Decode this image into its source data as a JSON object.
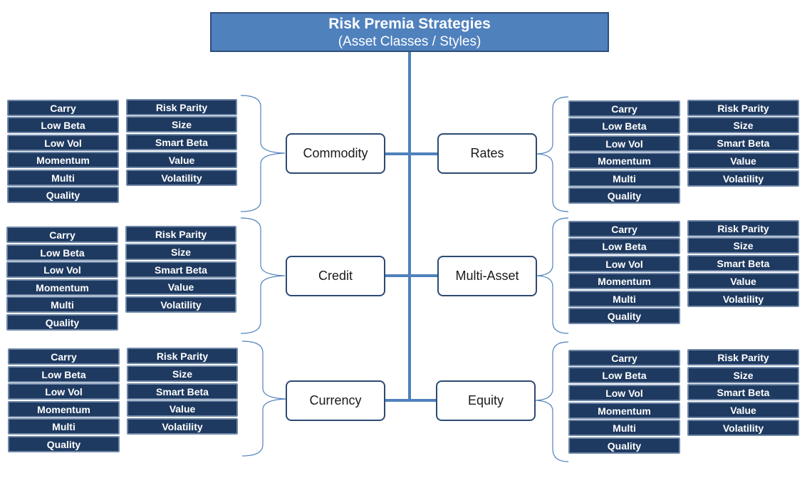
{
  "title": {
    "line1": "Risk Premia Strategies",
    "line2": "(Asset Classes / Styles)"
  },
  "groups": [
    {
      "name": "Commodity",
      "left_tags": [
        "Carry",
        "Low Beta",
        "Low Vol",
        "Momentum",
        "Multi",
        "Quality"
      ],
      "right_tags": [
        "Risk Parity",
        "Size",
        "Smart Beta",
        "Value",
        "Volatility"
      ]
    },
    {
      "name": "Credit",
      "left_tags": [
        "Carry",
        "Low Beta",
        "Low Vol",
        "Momentum",
        "Multi",
        "Quality"
      ],
      "right_tags": [
        "Risk Parity",
        "Size",
        "Smart Beta",
        "Value",
        "Volatility"
      ]
    },
    {
      "name": "Currency",
      "left_tags": [
        "Carry",
        "Low Beta",
        "Low Vol",
        "Momentum",
        "Multi",
        "Quality"
      ],
      "right_tags": [
        "Risk Parity",
        "Size",
        "Smart Beta",
        "Value",
        "Volatility"
      ]
    },
    {
      "name": "Rates",
      "left_tags": [
        "Carry",
        "Low Beta",
        "Low Vol",
        "Momentum",
        "Multi",
        "Quality"
      ],
      "right_tags": [
        "Risk Parity",
        "Size",
        "Smart Beta",
        "Value",
        "Volatility"
      ]
    },
    {
      "name": "Multi-Asset",
      "left_tags": [
        "Carry",
        "Low Beta",
        "Low Vol",
        "Momentum",
        "Multi",
        "Quality"
      ],
      "right_tags": [
        "Risk Parity",
        "Size",
        "Smart Beta",
        "Value",
        "Volatility"
      ]
    },
    {
      "name": "Equity",
      "left_tags": [
        "Carry",
        "Low Beta",
        "Low Vol",
        "Momentum",
        "Multi",
        "Quality"
      ],
      "right_tags": [
        "Risk Parity",
        "Size",
        "Smart Beta",
        "Value",
        "Volatility"
      ]
    }
  ]
}
